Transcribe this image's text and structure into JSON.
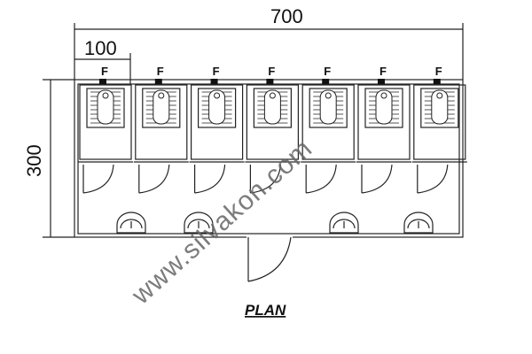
{
  "dimensions": {
    "total_width": "700",
    "cabin_width": "100",
    "depth": "300"
  },
  "cabin_label": "F",
  "cabin_count": 7,
  "sink_count": 4,
  "title": "PLAN",
  "watermark": "www.silvakon.com"
}
